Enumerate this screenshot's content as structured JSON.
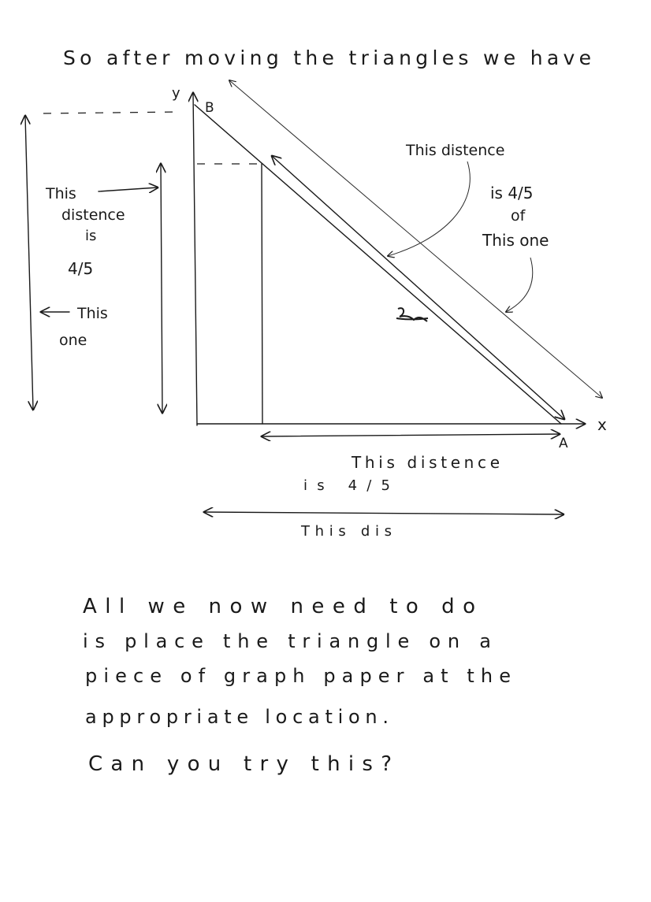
{
  "heading": "So after moving the triangles we have",
  "axes": {
    "y_label": "y",
    "x_label": "x",
    "point_b": "B",
    "point_a": "A"
  },
  "left_annotation": {
    "line1": "This",
    "line2": "distence",
    "line3": "is",
    "line4": "4/5",
    "line5": "This",
    "line6": "one"
  },
  "right_annotation": {
    "line1": "This distence",
    "line2": "is 4/5",
    "line3": "of",
    "line4": "This one"
  },
  "bottom_annotation": {
    "line1": "This distence",
    "line2": "is   4/5",
    "line3": "This dis"
  },
  "paragraph": [
    "All we now need to do",
    "is place the triangle on a",
    "piece of graph paper at the",
    "appropriate location.",
    "Can you try this?"
  ]
}
